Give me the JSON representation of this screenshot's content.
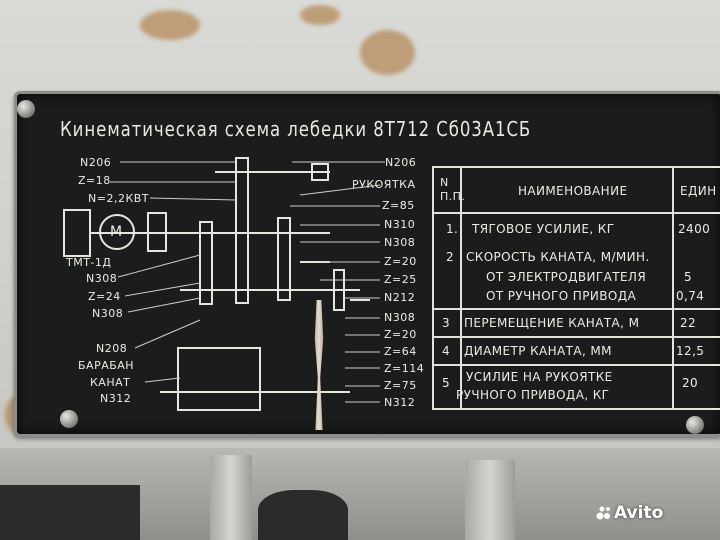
{
  "plate": {
    "title": "Кинематическая схема лебедки 8Т712 Сб03А1СБ",
    "diagram_labels": {
      "n206_left": "N206",
      "z18": "Z=18",
      "power": "N=2,2КВТ",
      "motor": "М",
      "brake": "ТМТ-1Д",
      "n308_left": "N308",
      "z24": "Z=24",
      "n308_left2": "N308",
      "n208": "N208",
      "drum": "БАРАБАН",
      "rope": "КАНАТ",
      "n312_left": "N312",
      "n206_right": "N206",
      "handle": "РУКОЯТКА",
      "z85": "Z=85",
      "n310": "N310",
      "n308_right": "N308",
      "z20a": "Z=20",
      "z25": "Z=25",
      "n212": "N212",
      "n308_right2": "N308",
      "z20b": "Z=20",
      "z64": "Z=64",
      "z114": "Z=114",
      "z75": "Z=75",
      "n312_right": "N312"
    },
    "table": {
      "headers": {
        "num": "N\nП.П.",
        "name": "НАИМЕНОВАНИЕ",
        "unit": "ЕДИН"
      },
      "rows": [
        {
          "num": "1.",
          "name": "ТЯГОВОЕ УСИЛИЕ, КГ",
          "value": "2400"
        },
        {
          "num": "2",
          "name": "СКОРОСТЬ КАНАТА, М/МИН.",
          "value": ""
        },
        {
          "num": "",
          "name": "ОТ ЭЛЕКТРОДВИГАТЕЛЯ",
          "value": "5"
        },
        {
          "num": "",
          "name": "ОТ РУЧНОГО ПРИВОДА",
          "value": "0,74"
        },
        {
          "num": "3",
          "name": "ПЕРЕМЕЩЕНИЕ КАНАТА, М",
          "value": "22"
        },
        {
          "num": "4",
          "name": "ДИАМЕТР КАНАТА, ММ",
          "value": "12,5"
        },
        {
          "num": "5",
          "name": "УСИЛИЕ НА РУКОЯТКЕ",
          "value": "20"
        },
        {
          "num": "",
          "name": "РУЧНОГО ПРИВОДА, КГ",
          "value": ""
        }
      ]
    }
  },
  "watermark": {
    "brand": "Avito",
    "icon": "avito-dots-icon"
  },
  "colors": {
    "plate": "#1b1c1c",
    "text": "#ecece5",
    "wall": "#d9dad6"
  }
}
